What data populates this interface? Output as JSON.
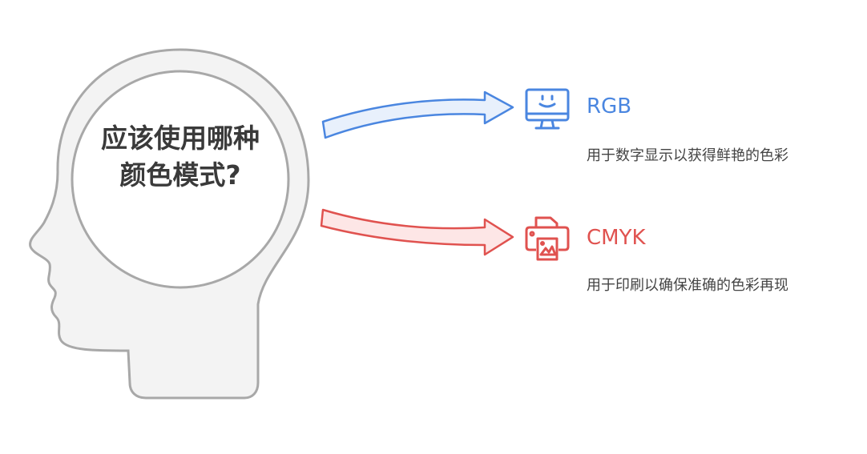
{
  "question": "应该使用哪种颜色模式?",
  "options": [
    {
      "title": "RGB",
      "description": "用于数字显示以获得鲜艳的色彩",
      "icon": "monitor-icon",
      "color": "#4a86e0"
    },
    {
      "title": "CMYK",
      "description": "用于印刷以确保准确的色彩再现",
      "icon": "printer-icon",
      "color": "#e0524f"
    }
  ]
}
